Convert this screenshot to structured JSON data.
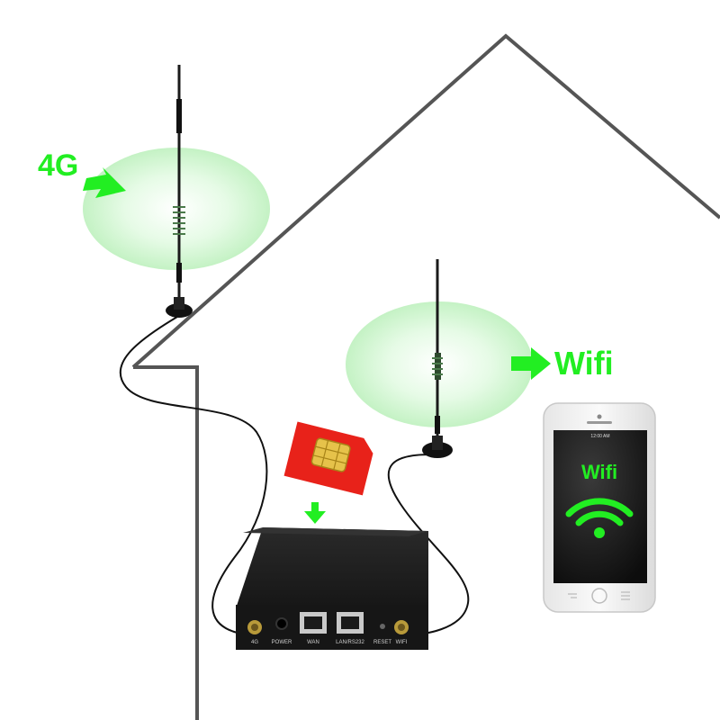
{
  "labels": {
    "cellular": "4G",
    "wifi_out": "Wifi",
    "phone_wifi": "Wifi"
  },
  "router_ports": {
    "antenna_4g": "4G",
    "power": "POWER",
    "wan": "WAN",
    "lan": "LAN/RS232",
    "reset": "RESET",
    "antenna_wifi": "WIFI"
  },
  "phone_status": {
    "time": "12:00 AM"
  },
  "colors": {
    "signal_green": "#22ee22",
    "halo_green": "#c9f5c9",
    "house_outline": "#555555",
    "router_body": "#1c1c1c",
    "sim_card": "#e8221a",
    "phone_screen": "#1a1a1a"
  },
  "icons": [
    "antenna-4g-icon",
    "antenna-wifi-icon",
    "sim-card-icon",
    "router-icon",
    "smartphone-icon",
    "wifi-signal-icon",
    "arrow-right-icon",
    "arrow-down-icon"
  ]
}
